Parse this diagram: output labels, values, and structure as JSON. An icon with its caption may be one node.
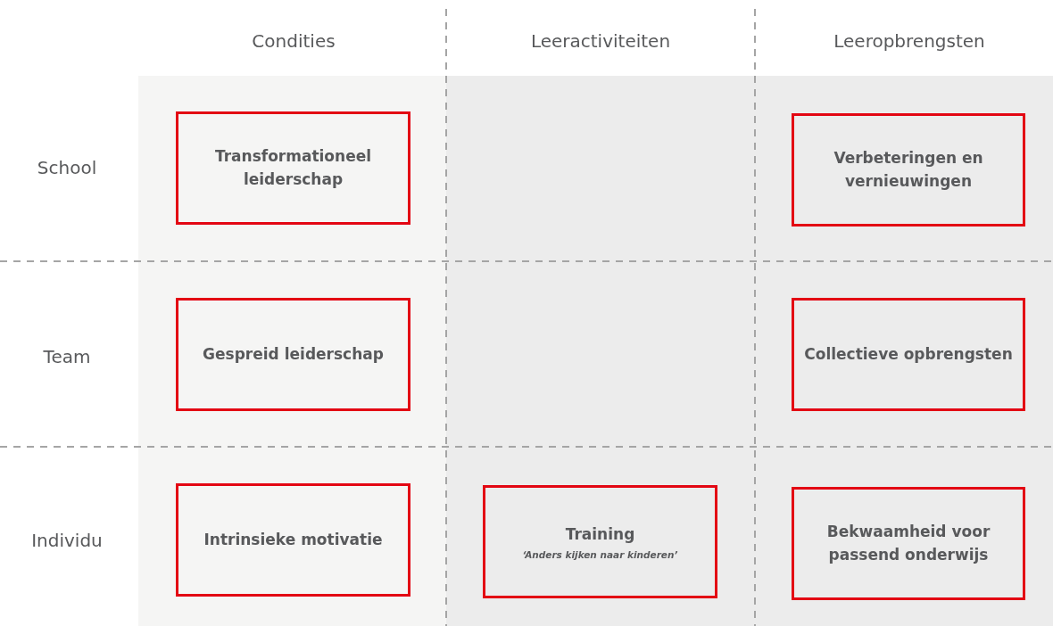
{
  "diagram": {
    "nodes": [
      {
        "text": [
          "Transformationeel leiderschap"
        ]
      },
      {
        "text": [
          "Verbeteringen en vernieuwingen"
        ]
      },
      {
        "text": [
          "Gespreid leiderschap"
        ]
      },
      {
        "text": [
          "Collectieve opbrengsten"
        ]
      },
      {
        "text": [
          "Intrinsieke motivatie"
        ]
      },
      {
        "text": [
          "Training",
          "‘Anders kijken naar kinderen’"
        ]
      },
      {
        "text": [
          "Bekwaamheid voor passend onderwijs"
        ]
      }
    ],
    "labels": [
      "Condities",
      "Leeractiviteiten",
      "Leeropbrengsten",
      "School",
      "Team",
      "Individu"
    ]
  }
}
